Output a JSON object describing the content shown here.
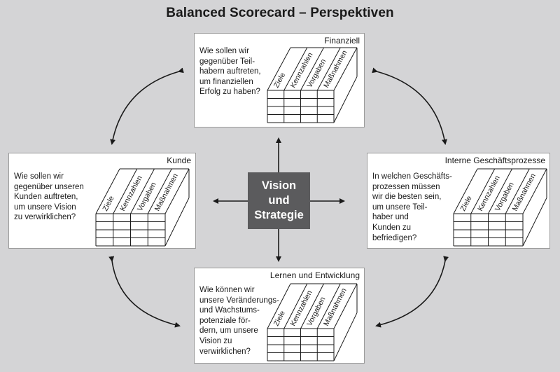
{
  "title": "Balanced Scorecard – Perspektiven",
  "center": {
    "line1": "Vision",
    "line2": "und",
    "line3": "Strategie"
  },
  "columns": [
    "Ziele",
    "Kennzahlen",
    "Vorgaben",
    "Maßnahmen"
  ],
  "perspectives": {
    "finanziell": {
      "title": "Finanziell",
      "question": [
        "Wie sollen wir",
        "gegenüber Teil-",
        "habern auftreten,",
        "um finanziellen",
        "Erfolg zu haben?"
      ]
    },
    "kunde": {
      "title": "Kunde",
      "question": [
        "Wie sollen wir",
        "gegenüber unseren",
        "Kunden auftreten,",
        "um unsere Vision",
        "zu verwirklichen?"
      ]
    },
    "intern": {
      "title": "Interne Geschäftsprozesse",
      "question": [
        "In welchen Geschäfts-",
        "prozessen müssen",
        "wir die besten sein,",
        "um unsere Teil-",
        "haber und",
        "Kunden zu",
        "befriedigen?"
      ]
    },
    "lernen": {
      "title": "Lernen und Entwicklung",
      "question": [
        "Wie können wir",
        "unsere Veränderungs-",
        "und Wachstums-",
        "potenziale för-",
        "dern, um unsere",
        "Vision zu",
        "verwirklichen?"
      ]
    }
  }
}
